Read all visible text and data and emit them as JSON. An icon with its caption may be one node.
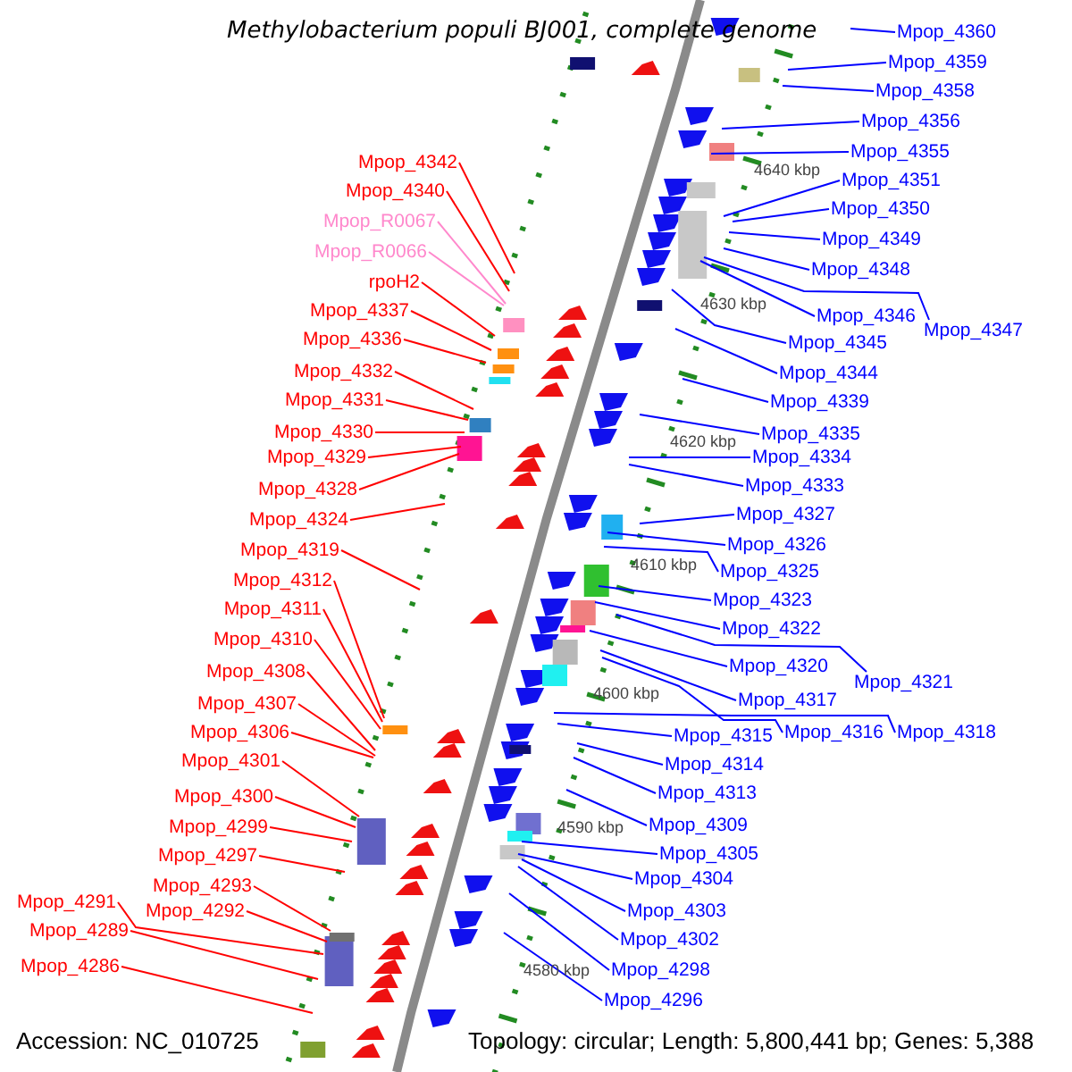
{
  "diagram": {
    "title": "Methylobacterium populi BJ001, complete genome",
    "nodes": [
      {
        "text": [
          "Mpop_4342"
        ]
      },
      {
        "text": [
          "Mpop_4340"
        ]
      },
      {
        "text": [
          "Mpop_R0067"
        ]
      },
      {
        "text": [
          "Mpop_R0066"
        ]
      },
      {
        "text": [
          "rpoH2"
        ]
      },
      {
        "text": [
          "Mpop_4337"
        ]
      },
      {
        "text": [
          "Mpop_4336"
        ]
      },
      {
        "text": [
          "Mpop_4332"
        ]
      },
      {
        "text": [
          "Mpop_4331"
        ]
      },
      {
        "text": [
          "Mpop_4330"
        ]
      },
      {
        "text": [
          "Mpop_4329"
        ]
      },
      {
        "text": [
          "Mpop_4328"
        ]
      },
      {
        "text": [
          "Mpop_4324"
        ]
      },
      {
        "text": [
          "Mpop_4319"
        ]
      },
      {
        "text": [
          "Mpop_4312"
        ]
      },
      {
        "text": [
          "Mpop_4311"
        ]
      },
      {
        "text": [
          "Mpop_4310"
        ]
      },
      {
        "text": [
          "Mpop_4308"
        ]
      },
      {
        "text": [
          "Mpop_4307"
        ]
      },
      {
        "text": [
          "Mpop_4306"
        ]
      },
      {
        "text": [
          "Mpop_4301"
        ]
      },
      {
        "text": [
          "Mpop_4300"
        ]
      },
      {
        "text": [
          "Mpop_4299"
        ]
      },
      {
        "text": [
          "Mpop_4297"
        ]
      },
      {
        "text": [
          "Mpop_4293"
        ]
      },
      {
        "text": [
          "Mpop_4291"
        ]
      },
      {
        "text": [
          "Mpop_4292"
        ]
      },
      {
        "text": [
          "Mpop_4289"
        ]
      },
      {
        "text": [
          "Mpop_4286"
        ]
      },
      {
        "text": [
          "Mpop_4360"
        ]
      },
      {
        "text": [
          "Mpop_4359"
        ]
      },
      {
        "text": [
          "Mpop_4358"
        ]
      },
      {
        "text": [
          "Mpop_4356"
        ]
      },
      {
        "text": [
          "Mpop_4355"
        ]
      },
      {
        "text": [
          "Mpop_4351"
        ]
      },
      {
        "text": [
          "Mpop_4350"
        ]
      },
      {
        "text": [
          "Mpop_4349"
        ]
      },
      {
        "text": [
          "Mpop_4348"
        ]
      },
      {
        "text": [
          "Mpop_4346"
        ]
      },
      {
        "text": [
          "Mpop_4347"
        ]
      },
      {
        "text": [
          "Mpop_4345"
        ]
      },
      {
        "text": [
          "Mpop_4344"
        ]
      },
      {
        "text": [
          "Mpop_4339"
        ]
      },
      {
        "text": [
          "Mpop_4335"
        ]
      },
      {
        "text": [
          "Mpop_4334"
        ]
      },
      {
        "text": [
          "Mpop_4333"
        ]
      },
      {
        "text": [
          "Mpop_4327"
        ]
      },
      {
        "text": [
          "Mpop_4326"
        ]
      },
      {
        "text": [
          "Mpop_4325"
        ]
      },
      {
        "text": [
          "Mpop_4323"
        ]
      },
      {
        "text": [
          "Mpop_4322"
        ]
      },
      {
        "text": [
          "Mpop_4320"
        ]
      },
      {
        "text": [
          "Mpop_4321"
        ]
      },
      {
        "text": [
          "Mpop_4317"
        ]
      },
      {
        "text": [
          "Mpop_4316"
        ]
      },
      {
        "text": [
          "Mpop_4318"
        ]
      },
      {
        "text": [
          "Mpop_4315"
        ]
      },
      {
        "text": [
          "Mpop_4314"
        ]
      },
      {
        "text": [
          "Mpop_4313"
        ]
      },
      {
        "text": [
          "Mpop_4309"
        ]
      },
      {
        "text": [
          "Mpop_4305"
        ]
      },
      {
        "text": [
          "Mpop_4304"
        ]
      },
      {
        "text": [
          "Mpop_4303"
        ]
      },
      {
        "text": [
          "Mpop_4302"
        ]
      },
      {
        "text": [
          "Mpop_4298"
        ]
      },
      {
        "text": [
          "Mpop_4296"
        ]
      }
    ],
    "edges": [
      {
        "from": 0,
        "to": null,
        "arrow": "none",
        "color": "#ff0000"
      },
      {
        "from": 1,
        "to": null,
        "arrow": "none",
        "color": "#ff0000"
      },
      {
        "from": 2,
        "to": null,
        "arrow": "none",
        "color": "#ff88cc"
      },
      {
        "from": 3,
        "to": null,
        "arrow": "none",
        "color": "#ff88cc"
      },
      {
        "from": 4,
        "to": null,
        "arrow": "none",
        "color": "#ff0000"
      },
      {
        "from": 5,
        "to": null,
        "arrow": "none",
        "color": "#ff0000"
      },
      {
        "from": 6,
        "to": null,
        "arrow": "none",
        "color": "#ff0000"
      },
      {
        "from": 7,
        "to": null,
        "arrow": "none",
        "color": "#ff0000"
      },
      {
        "from": 8,
        "to": null,
        "arrow": "none",
        "color": "#ff0000"
      },
      {
        "from": 9,
        "to": null,
        "arrow": "none",
        "color": "#ff0000"
      },
      {
        "from": 10,
        "to": null,
        "arrow": "none",
        "color": "#ff0000"
      },
      {
        "from": 11,
        "to": null,
        "arrow": "none",
        "color": "#ff0000"
      },
      {
        "from": 12,
        "to": null,
        "arrow": "none",
        "color": "#ff0000"
      },
      {
        "from": 13,
        "to": null,
        "arrow": "none",
        "color": "#ff0000"
      },
      {
        "from": 14,
        "to": null,
        "arrow": "none",
        "color": "#ff0000"
      },
      {
        "from": 15,
        "to": null,
        "arrow": "none",
        "color": "#ff0000"
      },
      {
        "from": 16,
        "to": null,
        "arrow": "none",
        "color": "#ff0000"
      },
      {
        "from": 17,
        "to": null,
        "arrow": "none",
        "color": "#ff0000"
      },
      {
        "from": 18,
        "to": null,
        "arrow": "none",
        "color": "#ff0000"
      },
      {
        "from": 19,
        "to": null,
        "arrow": "none",
        "color": "#ff0000"
      },
      {
        "from": 20,
        "to": null,
        "arrow": "none",
        "color": "#ff0000"
      },
      {
        "from": 21,
        "to": null,
        "arrow": "none",
        "color": "#ff0000"
      },
      {
        "from": 22,
        "to": null,
        "arrow": "none",
        "color": "#ff0000"
      },
      {
        "from": 23,
        "to": null,
        "arrow": "none",
        "color": "#ff0000"
      },
      {
        "from": 24,
        "to": null,
        "arrow": "none",
        "color": "#ff0000"
      },
      {
        "from": 25,
        "to": null,
        "arrow": "none",
        "color": "#ff0000"
      },
      {
        "from": 26,
        "to": null,
        "arrow": "none",
        "color": "#ff0000"
      },
      {
        "from": 27,
        "to": null,
        "arrow": "none",
        "color": "#ff0000"
      },
      {
        "from": 28,
        "to": null,
        "arrow": "none",
        "color": "#ff0000"
      },
      {
        "from": 29,
        "to": null,
        "arrow": "none"
      },
      {
        "from": 30,
        "to": null,
        "arrow": "none"
      },
      {
        "from": 31,
        "to": null,
        "arrow": "none"
      },
      {
        "from": 32,
        "to": null,
        "arrow": "none"
      },
      {
        "from": 33,
        "to": null,
        "arrow": "none"
      },
      {
        "from": 34,
        "to": null,
        "arrow": "none"
      },
      {
        "from": 35,
        "to": null,
        "arrow": "none"
      },
      {
        "from": 36,
        "to": null,
        "arrow": "none"
      },
      {
        "from": 37,
        "to": null,
        "arrow": "none"
      },
      {
        "from": 38,
        "to": null,
        "arrow": "none"
      },
      {
        "from": 39,
        "to": null,
        "arrow": "none"
      },
      {
        "from": 40,
        "to": null,
        "arrow": "none"
      },
      {
        "from": 41,
        "to": null,
        "arrow": "none"
      },
      {
        "from": 42,
        "to": null,
        "arrow": "none"
      },
      {
        "from": 43,
        "to": null,
        "arrow": "none"
      },
      {
        "from": 44,
        "to": null,
        "arrow": "none"
      },
      {
        "from": 45,
        "to": null,
        "arrow": "none"
      },
      {
        "from": 46,
        "to": null,
        "arrow": "none"
      },
      {
        "from": 47,
        "to": null,
        "arrow": "none"
      },
      {
        "from": 48,
        "to": null,
        "arrow": "none"
      },
      {
        "from": 49,
        "to": null,
        "arrow": "none"
      },
      {
        "from": 50,
        "to": null,
        "arrow": "none"
      },
      {
        "from": 51,
        "to": null,
        "arrow": "none"
      },
      {
        "from": 52,
        "to": null,
        "arrow": "none"
      },
      {
        "from": 53,
        "to": null,
        "arrow": "none"
      },
      {
        "from": 54,
        "to": null,
        "arrow": "none"
      },
      {
        "from": 55,
        "to": null,
        "arrow": "none"
      },
      {
        "from": 56,
        "to": null,
        "arrow": "none"
      },
      {
        "from": 57,
        "to": null,
        "arrow": "none"
      },
      {
        "from": 58,
        "to": null,
        "arrow": "none"
      },
      {
        "from": 59,
        "to": null,
        "arrow": "none"
      },
      {
        "from": 60,
        "to": null,
        "arrow": "none"
      },
      {
        "from": 61,
        "to": null,
        "arrow": "none"
      },
      {
        "from": 62,
        "to": null,
        "arrow": "none"
      },
      {
        "from": 63,
        "to": null,
        "arrow": "none"
      },
      {
        "from": 64,
        "to": null,
        "arrow": "none"
      },
      {
        "from": 65,
        "to": null,
        "arrow": "none"
      }
    ],
    "labels": [
      "4640 kbp",
      "4630 kbp",
      "4620 kbp",
      "4610 kbp",
      "4600 kbp",
      "4590 kbp",
      "4580 kbp",
      "Accession: NC_010725",
      "Topology: circular; Length: 5,800,441 bp; Genes: 5,388"
    ]
  }
}
